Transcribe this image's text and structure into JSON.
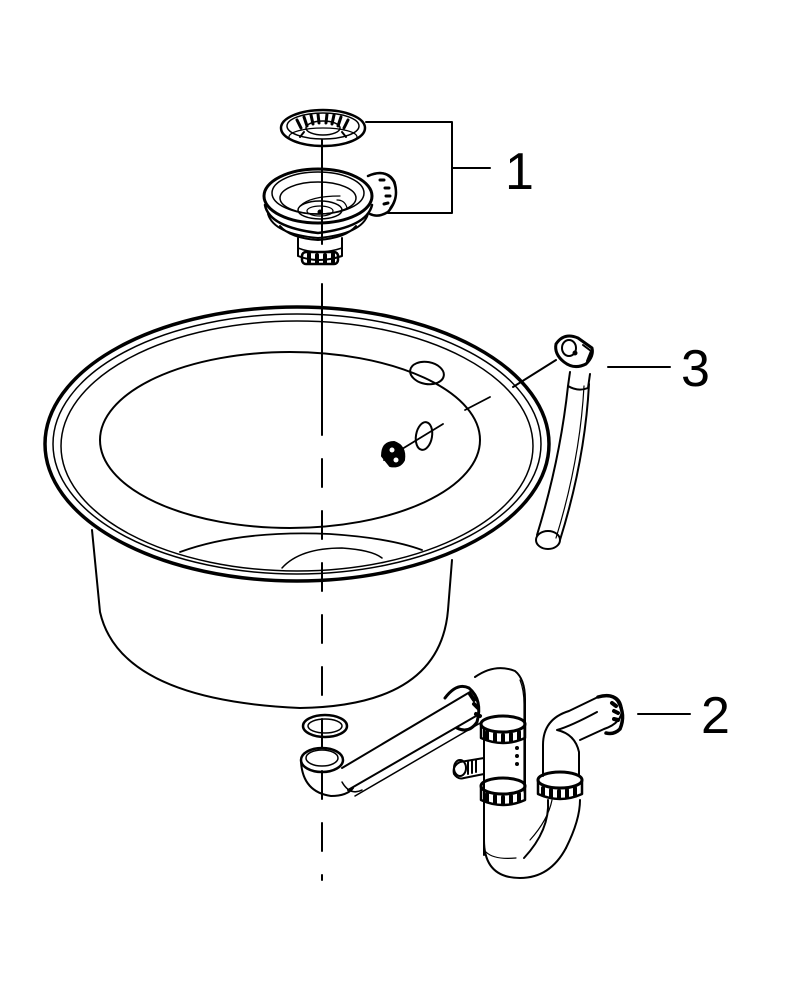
{
  "diagram": {
    "type": "exploded-view parts diagram",
    "subject": "round kitchen sink with waste fittings",
    "line_color": "#000000",
    "background_color": "#ffffff",
    "callouts": [
      {
        "number": "1",
        "part": "basket strainer waste (strainer plug + waste body)"
      },
      {
        "number": "2",
        "part": "siphon trap assembly"
      },
      {
        "number": "3",
        "part": "overflow hose"
      }
    ]
  }
}
